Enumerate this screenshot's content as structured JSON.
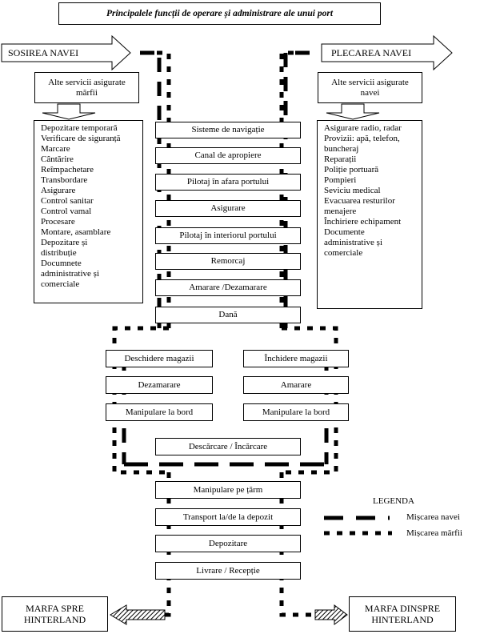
{
  "title": "Principalele funcții de operare și administrare ale unui port",
  "arrival": "SOSIREA NAVEI",
  "departure": "PLECAREA NAVEI",
  "left_services_title": "Alte servicii asigurate mărfii",
  "right_services_title": "Alte servicii asigurate navei",
  "left_services": [
    "Depozitare temporară",
    "Verificare de siguranță",
    "Marcare",
    "Cântărire",
    "Reîmpachetare",
    "Transbordare",
    "Asigurare",
    "Control sanitar",
    "Control vamal",
    "Procesare",
    "Montare, asamblare",
    "Depozitare și",
    "distribuție",
    "Documnete",
    "administrative și",
    "comerciale"
  ],
  "right_services": [
    "Asigurare radio, radar",
    "Provizii: apă, telefon,",
    "buncheraj",
    "Reparații",
    "Poliție portuară",
    "Pompieri",
    "Seviciu medical",
    "Evacuarea resturilor",
    "menajere",
    "Închiriere echipament",
    "Documente",
    "administrative și",
    "comerciale"
  ],
  "central_steps": [
    "Sisteme de navigație",
    "Canal de apropiere",
    "Pilotaj în afara portului",
    "Asigurare",
    "Pilotaj în interiorul portului",
    "Remorcaj",
    "Amarare /Dezamarare",
    "Dană"
  ],
  "left_ops": [
    "Deschidere magazii",
    "Dezamarare",
    "Manipulare la bord"
  ],
  "right_ops": [
    "Închidere magazii",
    "Amarare",
    "Manipulare la bord"
  ],
  "unload": "Descărcare / Încărcare",
  "shore_steps": [
    "Manipulare pe țărm",
    "Transport la/de la depozit",
    "Depozitare",
    "Livrare / Recepție"
  ],
  "legend": {
    "title": "LEGENDA",
    "ship": "Mișcarea navei",
    "cargo": "Mișcarea mărfii"
  },
  "hinterland_to": "MARFA SPRE HINTERLAND",
  "hinterland_from": "MARFA DINSPRE HINTERLAND"
}
